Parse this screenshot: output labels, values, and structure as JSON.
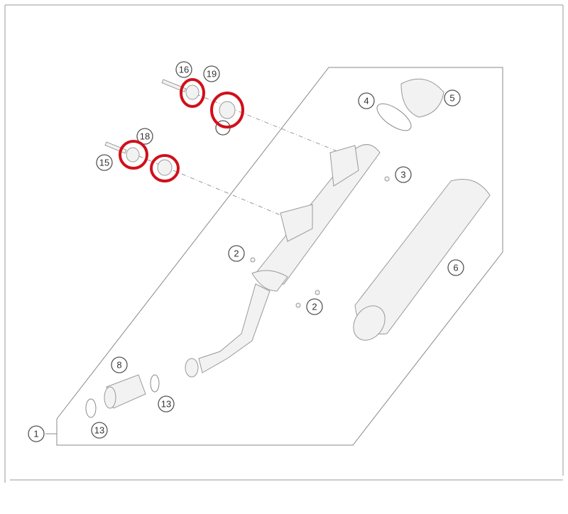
{
  "diagram": {
    "callouts": [
      {
        "id": "c16",
        "text": "16"
      },
      {
        "id": "c19",
        "text": "19"
      },
      {
        "id": "c4",
        "text": "4"
      },
      {
        "id": "c5",
        "text": "5"
      },
      {
        "id": "c18",
        "text": "18"
      },
      {
        "id": "c15",
        "text": "15"
      },
      {
        "id": "c3",
        "text": "3"
      },
      {
        "id": "c2a",
        "text": "2"
      },
      {
        "id": "c6",
        "text": "6"
      },
      {
        "id": "c2b",
        "text": "2"
      },
      {
        "id": "c8",
        "text": "8"
      },
      {
        "id": "c13a",
        "text": "13"
      },
      {
        "id": "c13b",
        "text": "13"
      },
      {
        "id": "c1",
        "text": "1"
      }
    ],
    "highlight_color": "#d0101a"
  }
}
